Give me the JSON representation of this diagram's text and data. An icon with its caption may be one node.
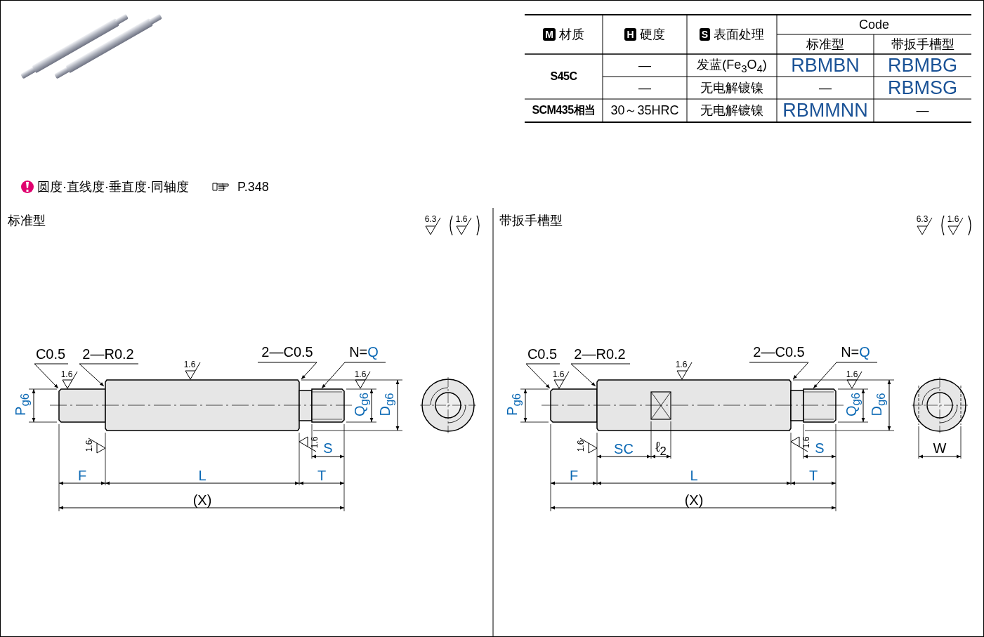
{
  "diagram": {
    "nodes": [
      {
        "text": [
          "C0.5"
        ]
      },
      {
        "text": [
          "2—R0.2"
        ]
      },
      {
        "text": [
          "2—C0.5"
        ]
      },
      {
        "text": [
          "N=Q"
        ]
      },
      {
        "text": [
          "C0.5"
        ]
      },
      {
        "text": [
          "2—R0.2"
        ]
      },
      {
        "text": [
          "2—C0.5"
        ]
      },
      {
        "text": [
          "N=Q"
        ]
      },
      {
        "text": [],
        "shape": "box"
      },
      {
        "text": [],
        "shape": "box"
      }
    ],
    "edges": [
      {
        "from": 0,
        "to": 8,
        "arrow": "to"
      },
      {
        "from": 1,
        "to": 8,
        "arrow": "to"
      },
      {
        "from": 2,
        "to": 8,
        "arrow": "to"
      },
      {
        "from": 3,
        "to": 8,
        "arrow": "to"
      },
      {
        "from": 4,
        "to": 9,
        "arrow": "to"
      },
      {
        "from": 5,
        "to": 9,
        "arrow": "to"
      },
      {
        "from": 6,
        "to": 9,
        "arrow": "to"
      },
      {
        "from": 7,
        "to": 9,
        "arrow": "to"
      }
    ],
    "labels": [
      "M",
      "材质",
      "H",
      "硬度",
      "S",
      "表面处理",
      "Code",
      "标准型",
      "带扳手槽型",
      "S45C",
      "—",
      "发蓝(Fe$_{3}$O$_{4}$)",
      "RBMBN",
      "RBMBG",
      "—",
      "无电解镀镍",
      "—",
      "RBMSG",
      "SCM435相当",
      "30～35HRC",
      "无电解镀镍",
      "RBMMNN",
      "—",
      "圆度·直线度·垂直度·同轴度",
      "P.348",
      "标准型",
      "6.3",
      "1.6",
      "1.6",
      "1.6",
      "1.6",
      "P$_{g6}$",
      "Q$_{g6}$",
      "D$_{g6}$",
      "1.6",
      "1.6",
      "S",
      "F",
      "L",
      "T",
      "(X)",
      "带扳手槽型",
      "6.3",
      "1.6",
      "1.6",
      "1.6",
      "1.6",
      "P$_{g6}$",
      "Q$_{g6}$",
      "D$_{g6}$",
      "1.6",
      "SC",
      "ℓ$_{2}$",
      "1.6",
      "S",
      "W",
      "F",
      "L",
      "T",
      "(X)"
    ]
  }
}
